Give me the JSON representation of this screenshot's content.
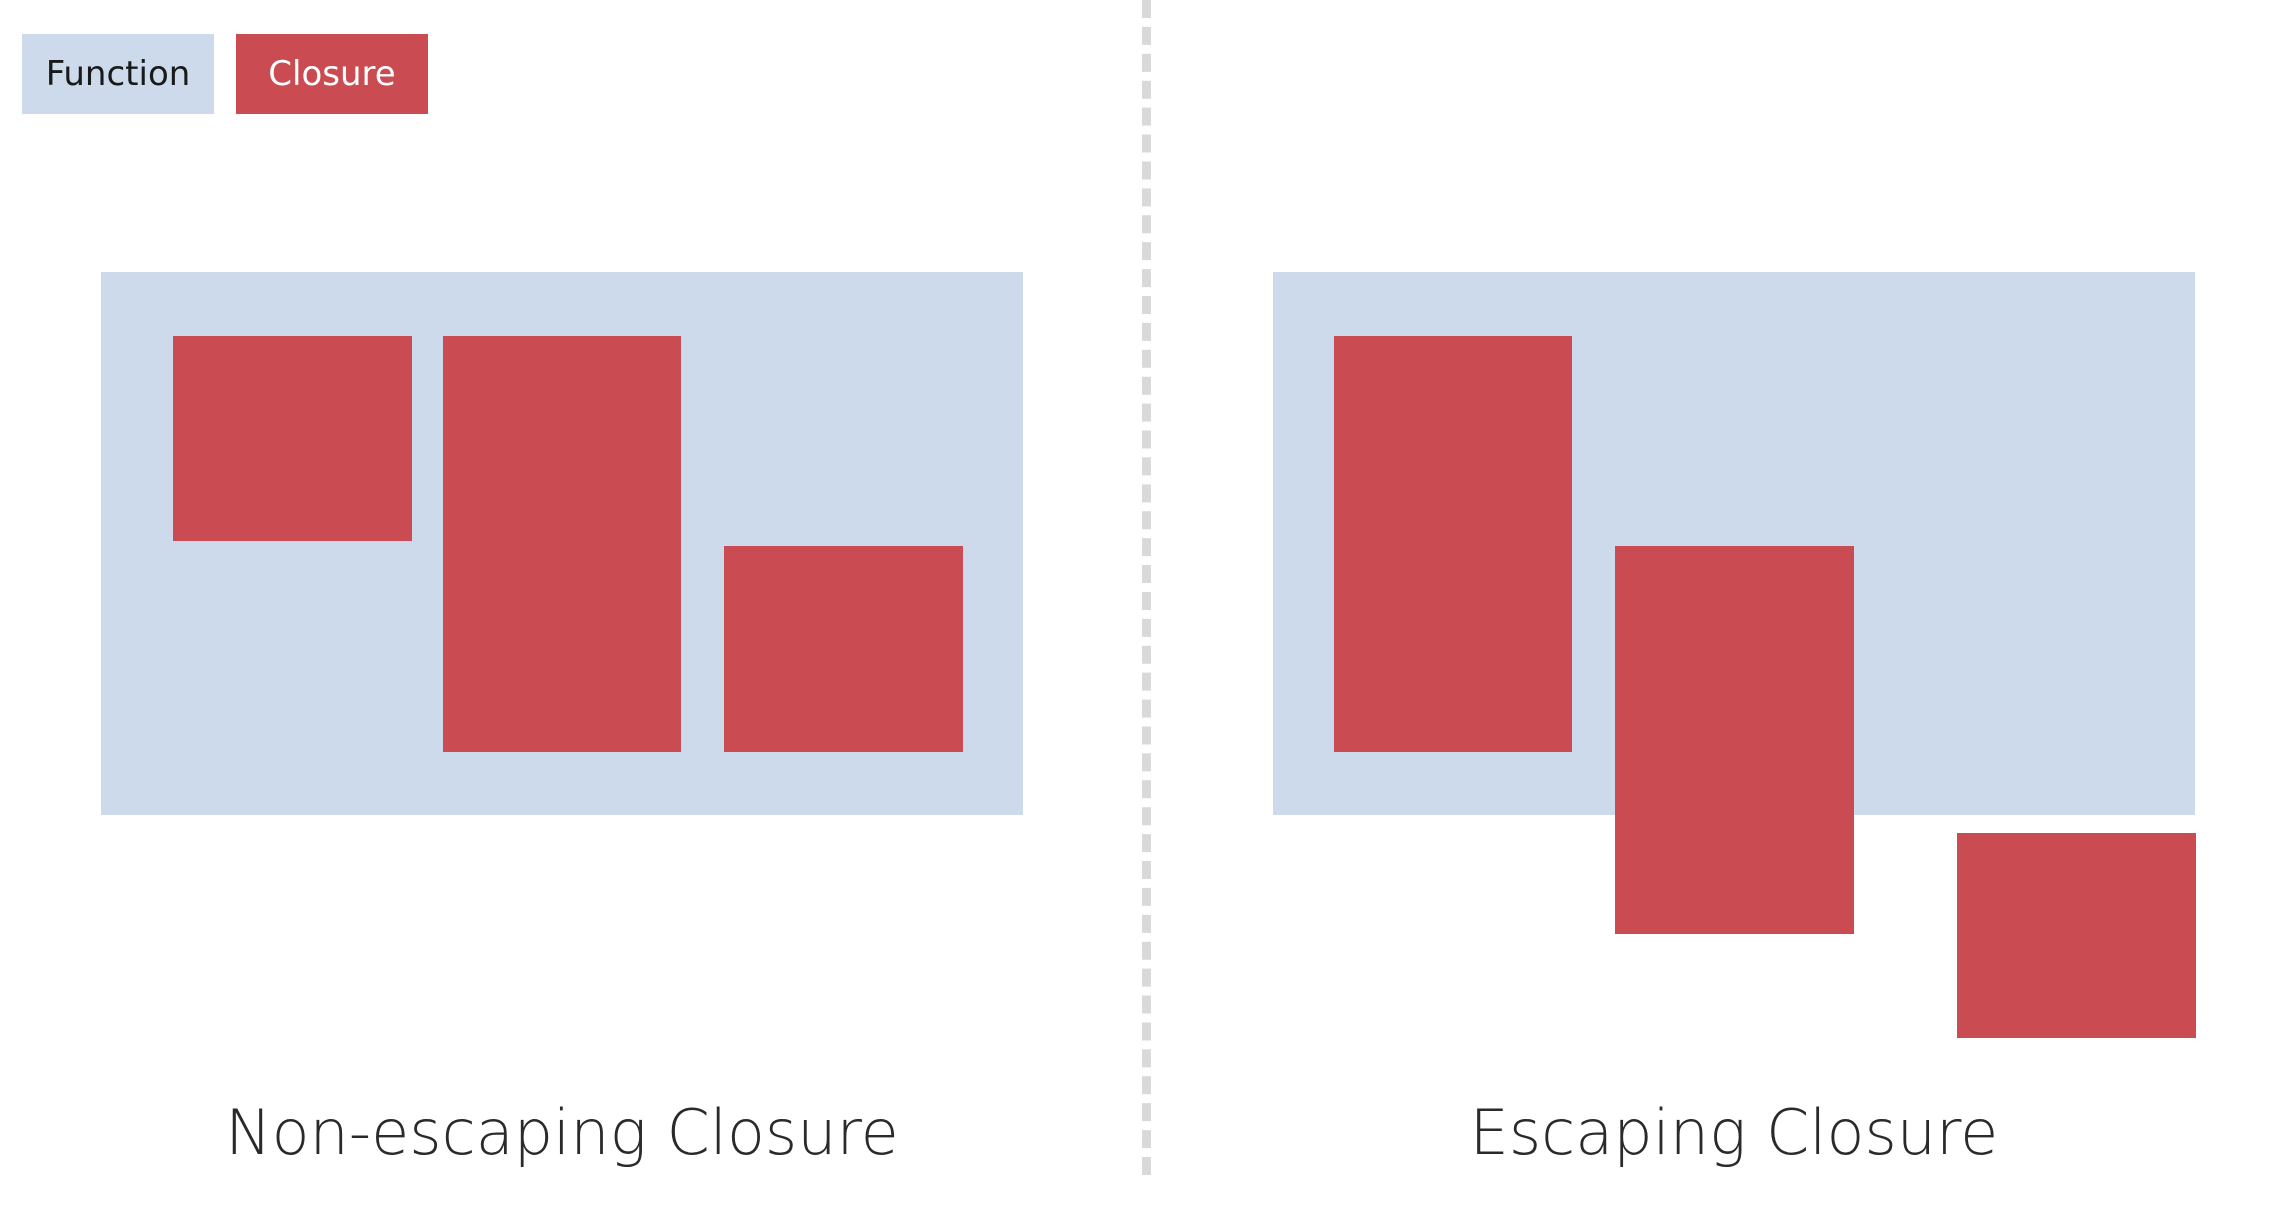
{
  "legend": {
    "function_label": "Function",
    "closure_label": "Closure"
  },
  "panels": {
    "left": {
      "title": "Non-escaping Closure"
    },
    "right": {
      "title": "Escaping Closure"
    }
  },
  "colors": {
    "function": "#ccdaec",
    "closure": "#ca4c52",
    "divider": "#d9d9d9",
    "title_text": "#2a2a2a"
  }
}
